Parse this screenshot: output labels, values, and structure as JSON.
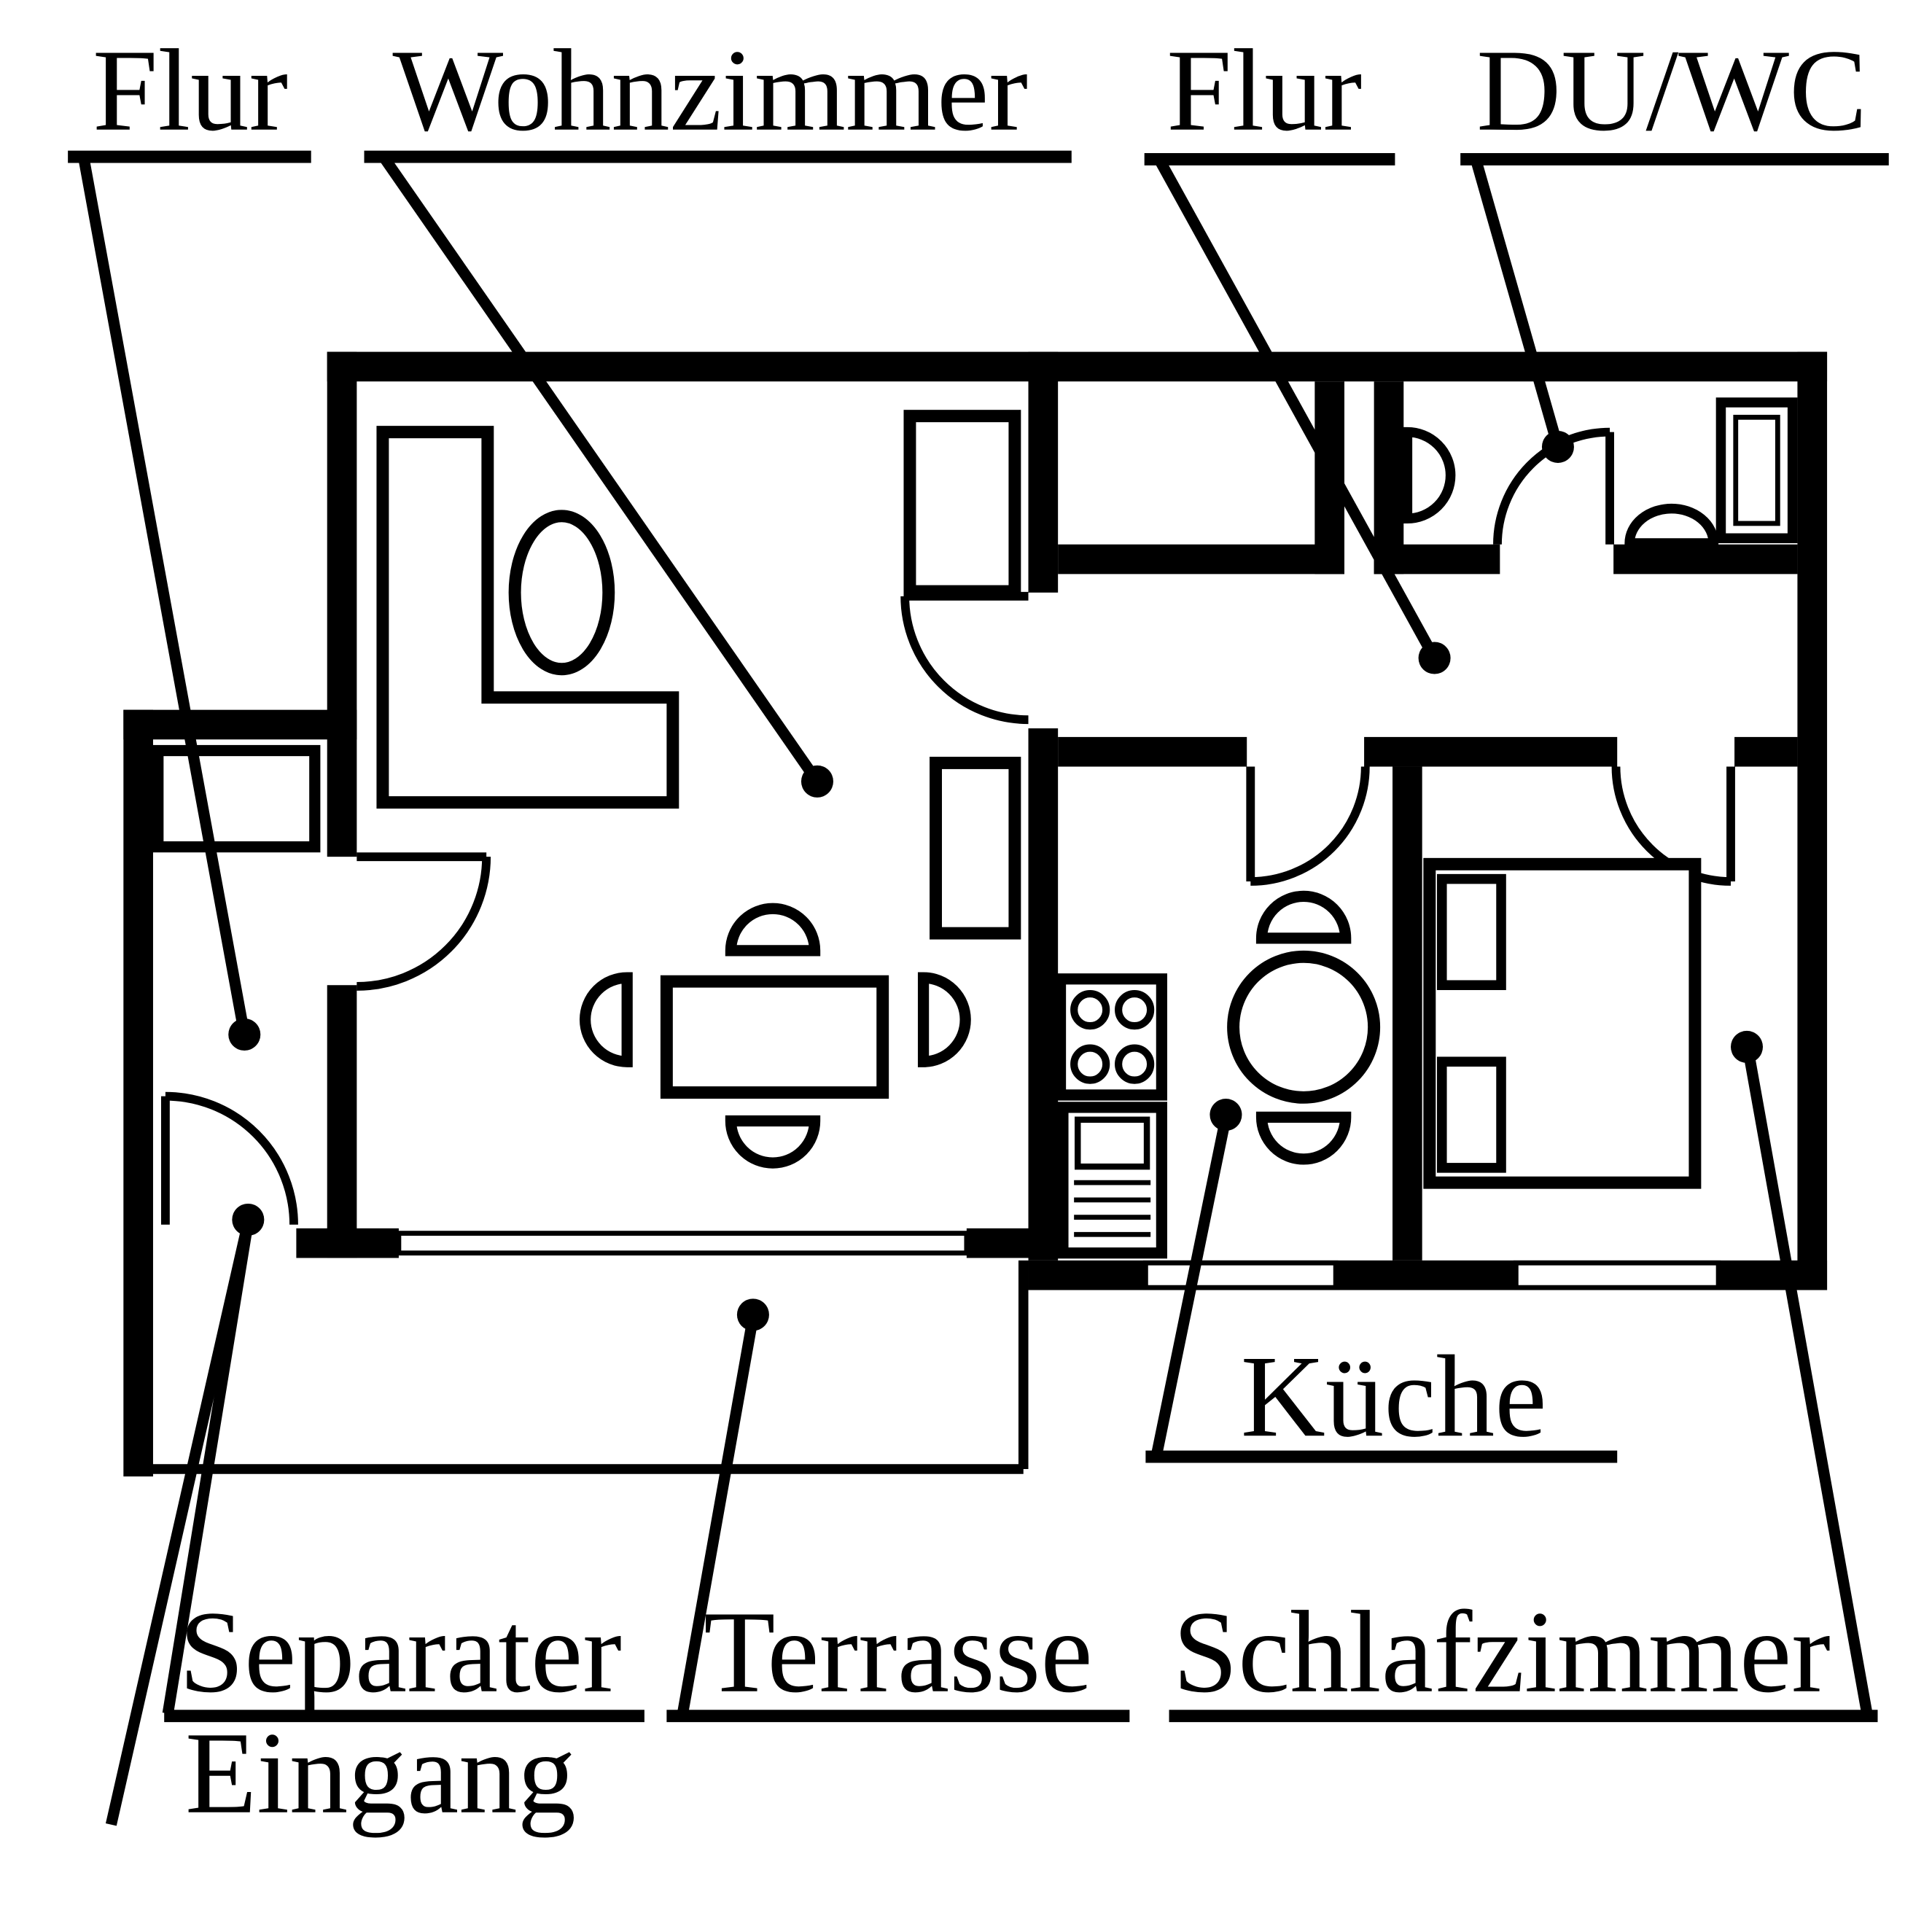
{
  "diagram": {
    "type": "floor-plan",
    "background": "#ffffff",
    "line_color": "#000000",
    "rooms": {
      "flur_left": {
        "label": "Flur"
      },
      "wohnzimmer": {
        "label": "Wohnzimmer"
      },
      "flur_right": {
        "label": "Flur"
      },
      "du_wc": {
        "label": "DU/WC"
      },
      "kueche": {
        "label": "Küche"
      },
      "separater_eingang": {
        "label_line1": "Separater",
        "label_line2": "Eingang"
      },
      "terrasse": {
        "label": "Terrasse"
      },
      "schlafzimmer": {
        "label": "Schlafzimmer"
      }
    }
  }
}
